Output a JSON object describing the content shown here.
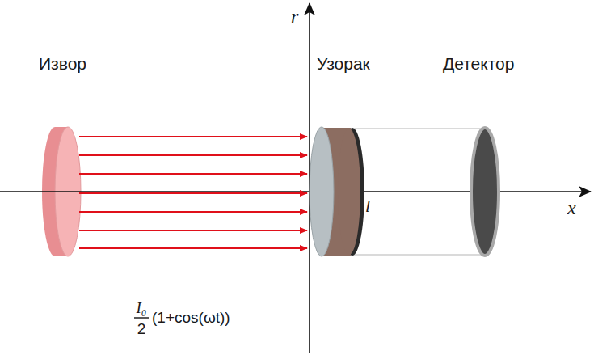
{
  "diagram": {
    "labels": [
      "Извор",
      "Узорак",
      "Детектор",
      "r",
      "x",
      "l",
      "I₀",
      "2",
      "(1+cos(ωt))"
    ]
  }
}
